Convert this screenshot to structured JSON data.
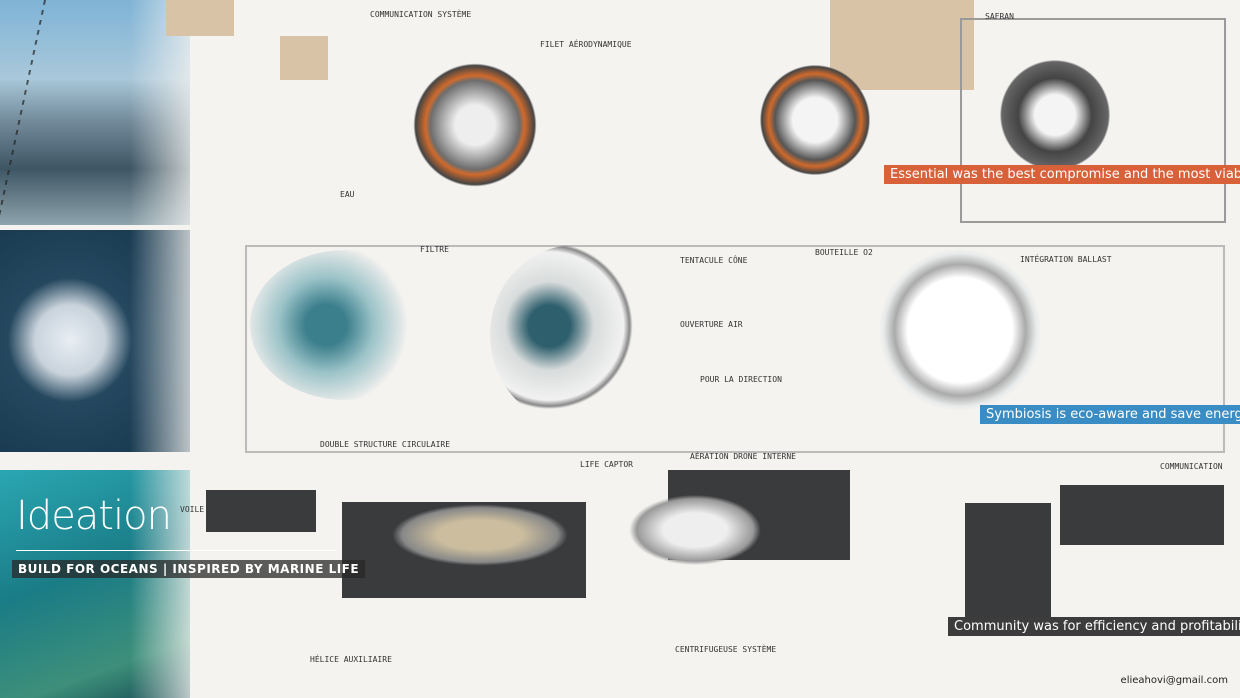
{
  "title": "Ideation",
  "subtitle": "BUILD FOR OCEANS | INSPIRED BY MARINE LIFE",
  "captions": {
    "essential": "Essential was the best compromise and the most viable.",
    "symbiosis": "Symbiosis is eco-aware and save energy.",
    "community": "Community was for efficiency and profitability."
  },
  "email": "elieahovi@gmail.com",
  "notes": [
    "COMMUNICATION SYSTÈME",
    "FILET AÉRODYNAMIQUE",
    "SAFRAN",
    "FILTRE",
    "TENTACULE CÔNE",
    "OUVERTURE AIR",
    "BOUTEILLE O2",
    "INTÉGRATION BALLAST",
    "LIFE CAPTOR",
    "AÉRATION DRONE INTERNE",
    "COMMUNICATION",
    "HÉLICE AUXILIAIRE",
    "CENTRIFUGEUSE SYSTÈME",
    "DOUBLE STRUCTURE CIRCULAIRE",
    "POUR LA DIRECTION",
    "EAU",
    "VOILE"
  ],
  "colors": {
    "essential": "#d8613a",
    "symbiosis": "#3a8cc4",
    "community": "#3c3c3c"
  }
}
